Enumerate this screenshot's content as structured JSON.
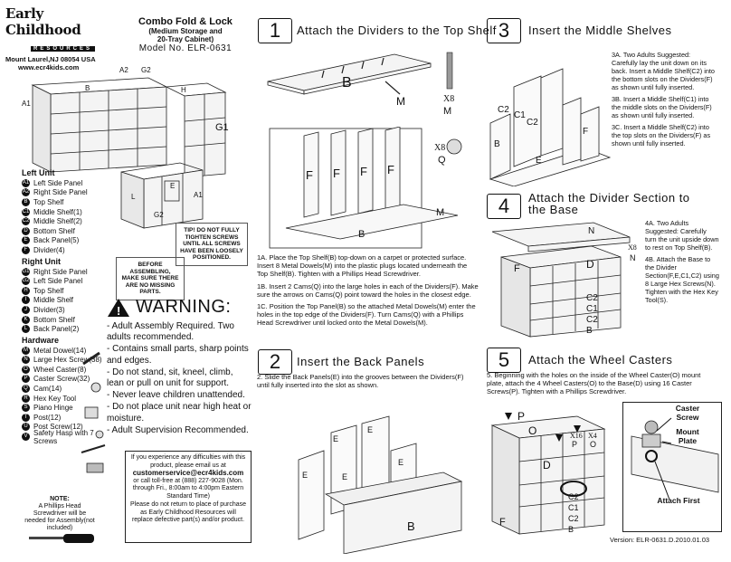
{
  "brand": {
    "logo_line1": "Early Childhood",
    "logo_line2": "RESOURCES",
    "address": "Mount Laurel,NJ 08054 USA",
    "web": "www.ecr4kids.com"
  },
  "product": {
    "title": "Combo Fold & Lock",
    "subtitle1": "(Medium Storage and",
    "subtitle2": "20-Tray Cabinet)",
    "model": "Model No. ELR-0631"
  },
  "overview_labels": {
    "a2": "A2",
    "g2": "G2",
    "a1": "A1",
    "b": "B",
    "h": "H",
    "g1": "G1",
    "e": "E",
    "a1b": "A1",
    "g2b": "G2",
    "l": "L"
  },
  "left_unit": {
    "heading": "Left Unit",
    "items": [
      {
        "code": "A1",
        "label": "Left Side Panel"
      },
      {
        "code": "A2",
        "label": "Right Side Panel"
      },
      {
        "code": "B",
        "label": "Top Shelf"
      },
      {
        "code": "C1",
        "label": "Middle Shelf(1)"
      },
      {
        "code": "C2",
        "label": "Middle Shelf(2)"
      },
      {
        "code": "D",
        "label": "Bottom Shelf"
      },
      {
        "code": "E",
        "label": "Back Panel(5)"
      },
      {
        "code": "F",
        "label": "Divider(4)"
      }
    ]
  },
  "right_unit": {
    "heading": "Right Unit",
    "items": [
      {
        "code": "G1",
        "label": "Right Side Panel"
      },
      {
        "code": "G2",
        "label": "Left Side Panel"
      },
      {
        "code": "H",
        "label": "Top Shelf"
      },
      {
        "code": "I",
        "label": "Middle Shelf"
      },
      {
        "code": "J",
        "label": "Divider(3)"
      },
      {
        "code": "K",
        "label": "Bottom Shelf"
      },
      {
        "code": "L",
        "label": "Back Panel(2)"
      }
    ]
  },
  "hardware": {
    "heading": "Hardware",
    "items": [
      {
        "code": "M",
        "label": "Metal Dowel(14)"
      },
      {
        "code": "N",
        "label": "Large Hex Screw(38)"
      },
      {
        "code": "O",
        "label": "Wheel Caster(8)"
      },
      {
        "code": "P",
        "label": "Caster Screw(32)"
      },
      {
        "code": "Q",
        "label": "Cam(14)"
      },
      {
        "code": "R",
        "label": "Hex Key Tool"
      },
      {
        "code": "S",
        "label": "Piano Hinge"
      },
      {
        "code": "T",
        "label": "Post(12)"
      },
      {
        "code": "U",
        "label": "Post Screw(12)"
      },
      {
        "code": "V",
        "label": "Safety Hasp with 7 Screws"
      }
    ],
    "note_title": "NOTE:",
    "note_text": "A Phillips Head Screwdriver will be needed for Assembly(not included)"
  },
  "tip": {
    "text": "TIP! DO NOT FULLY TIGHTEN SCREWS UNTIL ALL SCREWS HAVE BEEN LOOSELY POSITIONED."
  },
  "before": {
    "text": "BEFORE ASSEMBLING, MAKE SURE THERE ARE NO MISSING PARTS."
  },
  "warning": {
    "title": "WARNING:",
    "items": [
      "- Adult Assembly Required. Two adults recommended.",
      "- Contains small parts, sharp points and edges.",
      "- Do not stand, sit, kneel, climb, lean or pull on unit for support.",
      "- Never leave children unattended.",
      "- Do not place unit near high heat or moisture.",
      "- Adult Supervision Recommended."
    ]
  },
  "contact": {
    "line1": "If you experience any difficulties with this product, please email us at",
    "email": "customerservice@ecr4kids.com",
    "line2": "or call toll-free at (888) 227-9028 (Mon. through Fri., 8:00am to 4:00pm Eastern Standard Time)",
    "line3": "Please do not return to place of purchase as Early Childhood Resources will replace defective part(s) and/or product."
  },
  "step1": {
    "num": "1",
    "title": "Attach the Dividers to the Top Shelf",
    "labels": {
      "b": "B",
      "m": "M",
      "x8": "X8",
      "m2": "M",
      "x8q": "X8",
      "q": "Q",
      "f1": "F",
      "f2": "F",
      "f3": "F",
      "f4": "F",
      "b2": "B",
      "m3": "M"
    },
    "text_a": "1A. Place the Top Shelf(B) top-down on a carpet or protected surface. Insert 8 Metal Dowels(M) into the plastic plugs located underneath the Top Shelf(B). Tighten with a Phillips Head Screwdriver.",
    "text_b": "1B. Insert 2 Cams(Q) into the large holes in each of the Dividers(F). Make sure the arrows on Cams(Q) point toward the holes in the closest edge.",
    "text_c": "1C. Position the Top Panel(B) so the attached Metal Dowels(M) enter the holes in the top edge of the Dividers(F). Turn Cams(Q) with a Phillips Head Screwdriver until locked onto the Metal Dowels(M)."
  },
  "step2": {
    "num": "2",
    "title": "Insert the Back Panels",
    "text": "2. Slide the Back Panels(E) into the grooves between the Dividers(F) until fully inserted into the slot as shown.",
    "labels": {
      "e1": "E",
      "e2": "E",
      "e3": "E",
      "e4": "E",
      "e5": "E",
      "b": "B"
    }
  },
  "step3": {
    "num": "3",
    "title": "Insert the Middle Shelves",
    "text_a": "3A. Two Adults Suggested: Carefully lay the unit down on its back. Insert a Middle Shelf(C2) into the bottom slots on the Dividers(F) as shown until fully inserted.",
    "text_b": "3B. Insert a Middle Shelf(C1) into the middle slots on the Dividers(F) as shown until fully inserted.",
    "text_c": "3C. Insert a Middle Shelf(C2) into the top slots on the Dividers(F) as shown until fully inserted.",
    "labels": {
      "c2a": "C2",
      "c1": "C1",
      "c2b": "C2",
      "b": "B",
      "e": "E",
      "f": "F"
    }
  },
  "step4": {
    "num": "4",
    "title": "Attach the Divider Section to the Base",
    "text_a": "4A. Two Adults Suggested: Carefully turn the unit upside down to rest on Top Shelf(B).",
    "text_b": "4B. Attach the Base to the Divider Section(F,E,C1,C2) using 8 Large Hex Screws(N). Tighten with the Hex Key Tool(S).",
    "labels": {
      "n": "N",
      "x8": "X8",
      "n2": "N",
      "d": "D",
      "f": "F",
      "c2": "C2",
      "c1": "C1",
      "c2b": "C2",
      "b": "B"
    }
  },
  "step5": {
    "num": "5",
    "title": "Attach the Wheel Casters",
    "text": "5. Beginning with the holes on the inside of the Wheel Caster(O) mount plate, attach the 4 Wheel Casters(O) to the Base(D) using 16 Caster Screws(P). Tighten with a Phillips Screwdriver.",
    "labels": {
      "p": "P",
      "o": "O",
      "x16": "X16",
      "x4": "X4",
      "p2": "P",
      "o2": "O",
      "d": "D",
      "c2": "C2",
      "c1": "C1",
      "c2b": "C2",
      "b": "B",
      "f": "F",
      "caster_screw": "Caster Screw",
      "mount_plate": "Mount Plate",
      "attach_first": "Attach First"
    }
  },
  "version": "Version: ELR-0631.D.2010.01.03"
}
